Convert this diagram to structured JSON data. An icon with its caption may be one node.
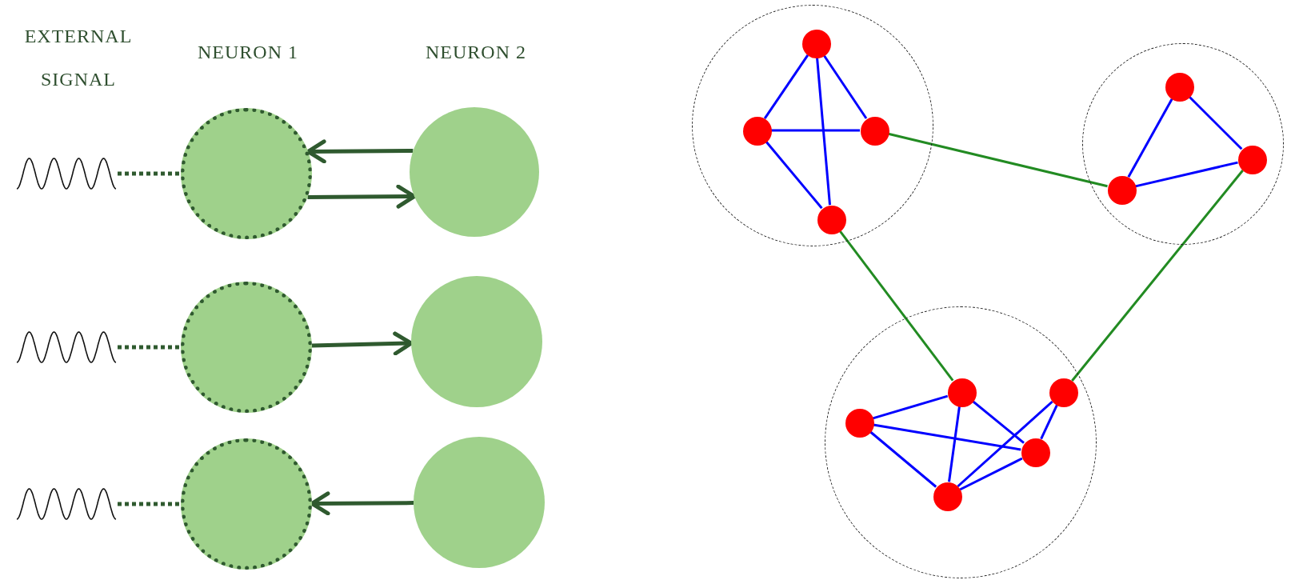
{
  "diagram": {
    "nodes": [
      {
        "text": [],
        "shape": "picture"
      },
      {
        "text": [],
        "shape": "circle"
      },
      {
        "text": [],
        "shape": "circle"
      },
      {
        "text": [],
        "shape": "picture"
      },
      {
        "text": [],
        "shape": "circle"
      },
      {
        "text": [],
        "shape": "circle"
      },
      {
        "text": [],
        "shape": "picture"
      },
      {
        "text": [],
        "shape": "circle"
      },
      {
        "text": [],
        "shape": "circle"
      },
      {
        "text": [],
        "shape": "circle"
      },
      {
        "text": [],
        "shape": "circle",
        "in": 9
      },
      {
        "text": [],
        "shape": "circle",
        "in": 9
      },
      {
        "text": [],
        "shape": "circle",
        "in": 9
      },
      {
        "text": [],
        "shape": "circle",
        "in": 9
      },
      {
        "text": [],
        "shape": "circle"
      },
      {
        "text": [],
        "shape": "circle",
        "in": 14
      },
      {
        "text": [],
        "shape": "circle",
        "in": 14
      },
      {
        "text": [],
        "shape": "circle",
        "in": 14
      },
      {
        "text": [],
        "shape": "circle"
      },
      {
        "text": [],
        "shape": "circle",
        "in": 18
      },
      {
        "text": [],
        "shape": "circle",
        "in": 18
      },
      {
        "text": [],
        "shape": "circle",
        "in": 18
      },
      {
        "text": [],
        "shape": "circle",
        "in": 18
      },
      {
        "text": [],
        "shape": "circle",
        "in": 18
      }
    ],
    "edges": [
      {
        "from": 0,
        "to": 1,
        "arrow": "none",
        "style": "dashed",
        "color": "#2f5a2f"
      },
      {
        "from": 2,
        "to": 1,
        "arrow": "to",
        "color": "#2f5a2f"
      },
      {
        "from": 1,
        "to": 2,
        "arrow": "to",
        "color": "#2f5a2f"
      },
      {
        "from": 3,
        "to": 4,
        "arrow": "none",
        "style": "dashed",
        "color": "#2f5a2f"
      },
      {
        "from": 4,
        "to": 5,
        "arrow": "to",
        "color": "#2f5a2f"
      },
      {
        "from": 6,
        "to": 7,
        "arrow": "none",
        "style": "dashed",
        "color": "#2f5a2f"
      },
      {
        "from": 8,
        "to": 7,
        "arrow": "to",
        "color": "#2f5a2f"
      },
      {
        "from": 10,
        "to": 11,
        "arrow": "none"
      },
      {
        "from": 10,
        "to": 12,
        "arrow": "none"
      },
      {
        "from": 10,
        "to": 13,
        "arrow": "none"
      },
      {
        "from": 11,
        "to": 12,
        "arrow": "none"
      },
      {
        "from": 11,
        "to": 13,
        "arrow": "none"
      },
      {
        "from": 15,
        "to": 16,
        "arrow": "none"
      },
      {
        "from": 15,
        "to": 17,
        "arrow": "none"
      },
      {
        "from": 16,
        "to": 17,
        "arrow": "none"
      },
      {
        "from": 19,
        "to": 20,
        "arrow": "none"
      },
      {
        "from": 19,
        "to": 22,
        "arrow": "none"
      },
      {
        "from": 19,
        "to": 23,
        "arrow": "none"
      },
      {
        "from": 20,
        "to": 22,
        "arrow": "none"
      },
      {
        "from": 20,
        "to": 23,
        "arrow": "none"
      },
      {
        "from": 21,
        "to": 22,
        "arrow": "none"
      },
      {
        "from": 21,
        "to": 23,
        "arrow": "none"
      },
      {
        "from": 22,
        "to": 23,
        "arrow": "none"
      },
      {
        "from": 12,
        "to": 17,
        "arrow": "none",
        "color": "#228b22"
      },
      {
        "from": 13,
        "to": 20,
        "arrow": "none",
        "color": "#228b22"
      },
      {
        "from": 16,
        "to": 21,
        "arrow": "none",
        "color": "#228b22"
      }
    ],
    "labels": [
      "EXTERNAL SIGNAL",
      "NEURON 1",
      "NEURON 2"
    ]
  }
}
